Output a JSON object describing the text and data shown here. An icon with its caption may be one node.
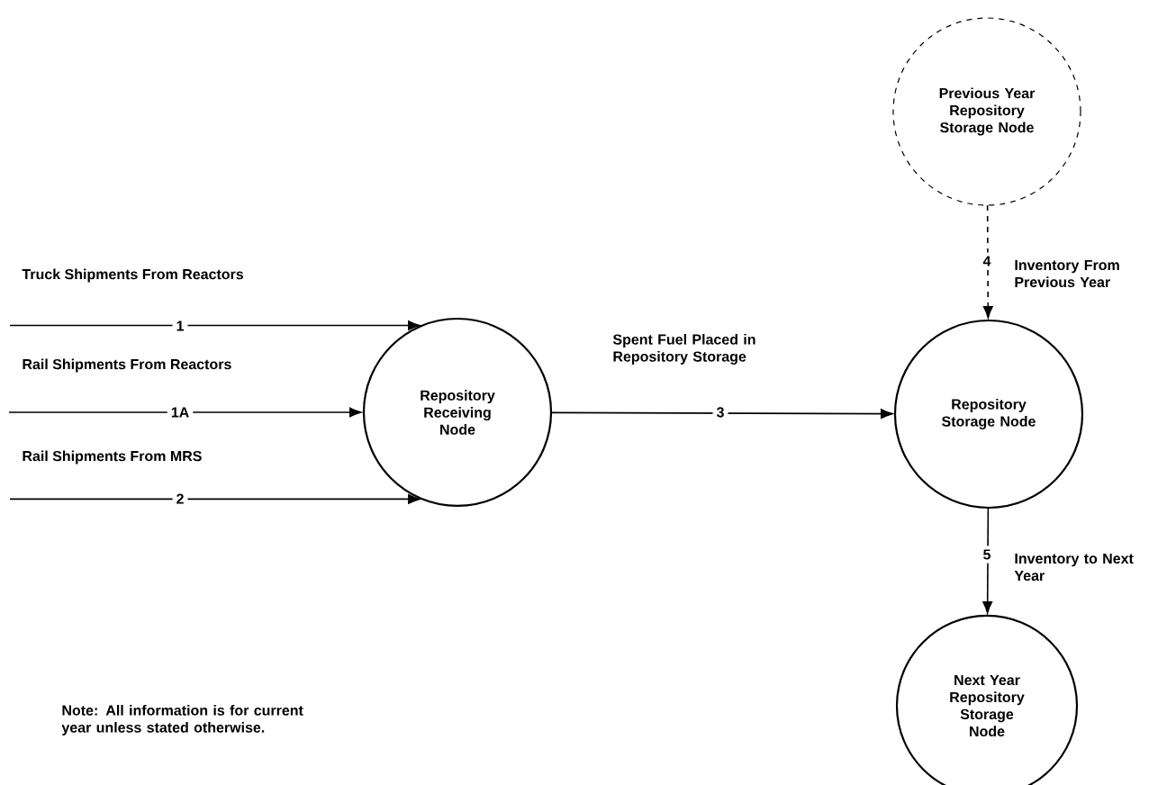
{
  "diagram": {
    "nodes": [
      {
        "text": [
          "Repository Receiving Node"
        ]
      },
      {
        "text": [
          "Previous Year Repository Storage Node"
        ]
      },
      {
        "text": [
          "Repository Storage Node"
        ]
      },
      {
        "text": [
          "Next Year Repository Storage Node"
        ]
      }
    ],
    "edges": [
      {
        "from": null,
        "to": 0,
        "arrow": "to",
        "label": "1"
      },
      {
        "from": null,
        "to": 0,
        "arrow": "to",
        "label": "1A"
      },
      {
        "from": null,
        "to": 0,
        "arrow": "to",
        "label": "2"
      },
      {
        "from": 0,
        "to": 2,
        "arrow": "to",
        "label": "3"
      },
      {
        "from": 1,
        "to": 2,
        "arrow": "to",
        "label": "4",
        "style": "dashed"
      },
      {
        "from": 2,
        "to": 3,
        "arrow": "to",
        "label": "5"
      }
    ],
    "labels": [
      "Truck Shipments From Reactors",
      "Rail Shipments From Reactors",
      "Rail Shipments From MRS",
      "Spent Fuel Placed in Repository Storage",
      "Inventory From Previous Year",
      "Inventory to Next Year",
      "Note: All information is for current year unless stated otherwise."
    ]
  }
}
